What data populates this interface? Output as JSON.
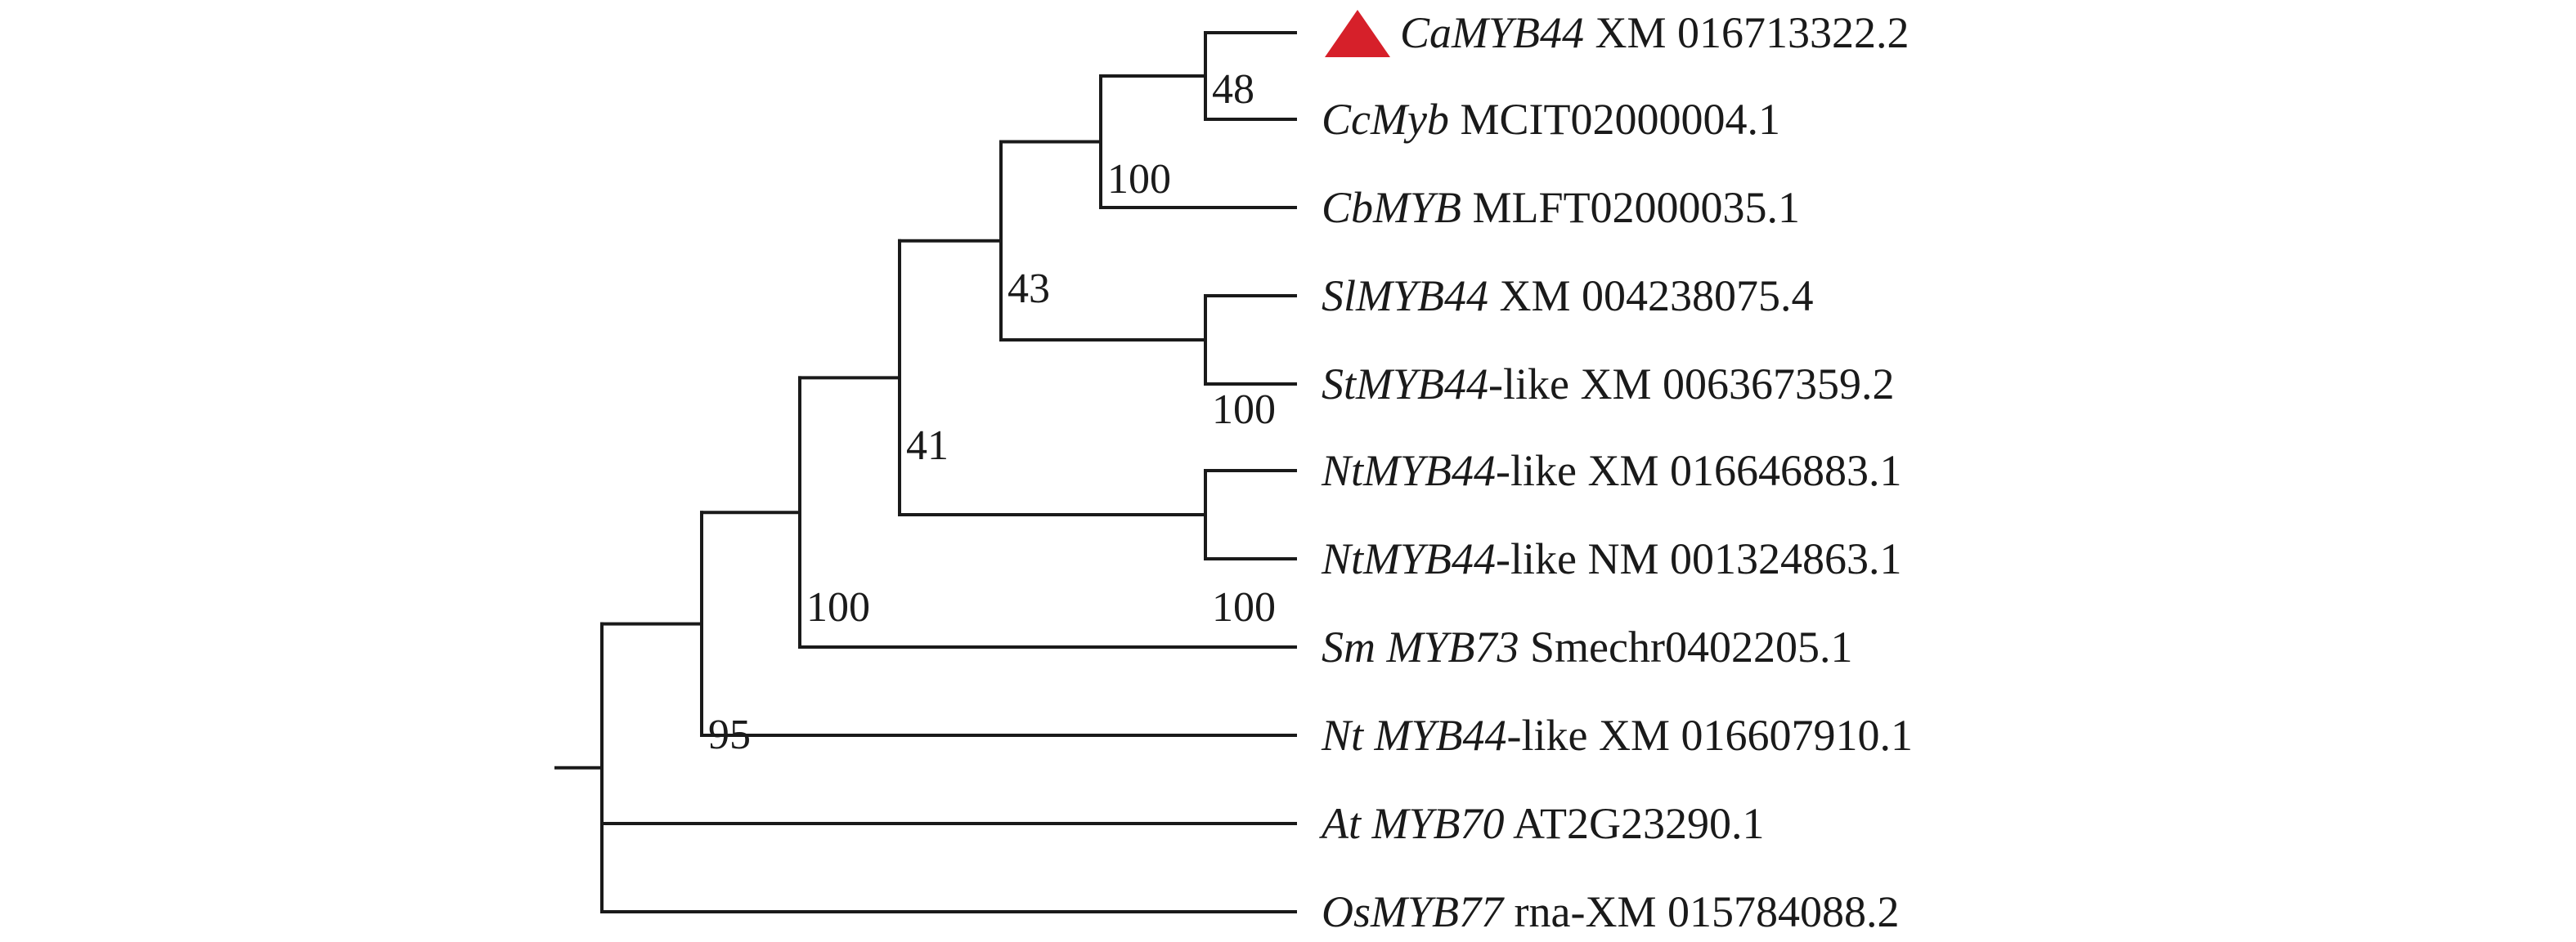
{
  "tree": {
    "leaves": [
      {
        "id": "L0",
        "italic": "CaMYB44",
        "plain": " XM 016713322.2",
        "marker": "triangle"
      },
      {
        "id": "L1",
        "italic": "CcMyb",
        "plain": " MCIT02000004.1"
      },
      {
        "id": "L2",
        "italic": "CbMYB",
        "plain": " MLFT02000035.1"
      },
      {
        "id": "L3",
        "italic": "SlMYB44",
        "plain": " XM 004238075.4"
      },
      {
        "id": "L4",
        "italic": "StMYB44",
        "plain": "-like XM 006367359.2"
      },
      {
        "id": "L5",
        "italic": "NtMYB44",
        "plain": "-like XM 016646883.1"
      },
      {
        "id": "L6",
        "italic": "NtMYB44",
        "plain": "-like NM 001324863.1"
      },
      {
        "id": "L7",
        "italic": "Sm MYB73",
        "plain": " Smechr0402205.1"
      },
      {
        "id": "L8",
        "italic": "Nt MYB44",
        "plain": "-like XM 016607910.1"
      },
      {
        "id": "L9",
        "italic": "At MYB70",
        "plain": " AT2G23290.1"
      },
      {
        "id": "L10",
        "italic": "OsMYB77",
        "plain": " rna-XM 015784088.2"
      }
    ],
    "supports": [
      {
        "node": "N_CaCc",
        "value": "48"
      },
      {
        "node": "N_CaCb",
        "value": "100"
      },
      {
        "node": "N_SlSt",
        "value": "100"
      },
      {
        "node": "N_Nt2",
        "value": "100"
      },
      {
        "node": "N_Sol",
        "value": "43"
      },
      {
        "node": "N_SolNt",
        "value": "41"
      },
      {
        "node": "N_Sm",
        "value": "100"
      },
      {
        "node": "N_Nt",
        "value": "95"
      }
    ],
    "colors": {
      "branch": "#1a1a1a",
      "marker": "#d6202a"
    }
  }
}
